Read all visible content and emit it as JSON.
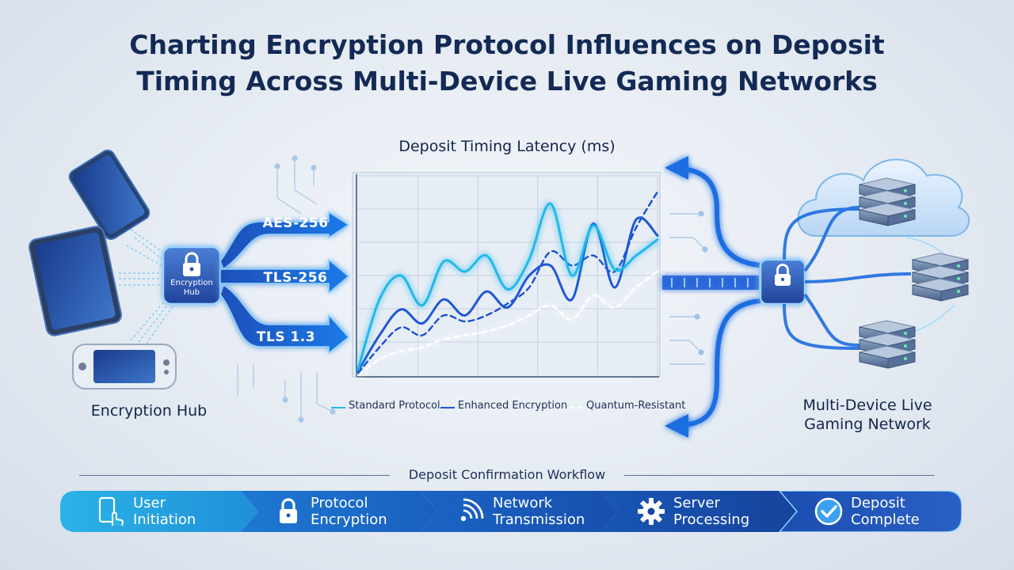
{
  "title": {
    "line1": "Charting Encryption Protocol Influences on Deposit",
    "line2": "Timing Across Multi-Device Live Gaming Networks"
  },
  "left": {
    "hub_label_line1": "Encryption",
    "hub_label_line2": "Hub",
    "caption": "Encryption Hub",
    "protocols": [
      "AES-256",
      "TLS-256",
      "TLS 1.3"
    ]
  },
  "right": {
    "caption_line1": "Multi-Device Live",
    "caption_line2": "Gaming Network"
  },
  "chart_data": {
    "type": "line",
    "title": "Deposit Timing Latency (ms)",
    "xlabel": "",
    "ylabel": "",
    "x": [
      0,
      1,
      2,
      3,
      4,
      5,
      6,
      7,
      8,
      9,
      10,
      11,
      12,
      13,
      14
    ],
    "ylim": [
      0,
      100
    ],
    "grid": true,
    "legend_position": "bottom",
    "series": [
      {
        "name": "Standard Protocol",
        "style": "solid",
        "color": "#22b8ea",
        "values": [
          3,
          38,
          50,
          35,
          57,
          52,
          60,
          43,
          58,
          86,
          50,
          75,
          53,
          60,
          68
        ]
      },
      {
        "name": "Enhanced Encryption",
        "style": "solid",
        "color": "#1d57d6",
        "values": [
          2,
          20,
          33,
          26,
          38,
          30,
          42,
          34,
          50,
          55,
          38,
          76,
          44,
          78,
          70
        ]
      },
      {
        "name": "",
        "style": "dashed",
        "color": "#1d4fd0",
        "values": [
          1,
          14,
          24,
          20,
          30,
          27,
          30,
          36,
          44,
          62,
          55,
          60,
          52,
          74,
          92
        ]
      },
      {
        "name": "Quantum-Resistant",
        "style": "dashed",
        "color": "#ffffff",
        "values": [
          0,
          8,
          12,
          14,
          18,
          20,
          22,
          25,
          30,
          35,
          28,
          40,
          34,
          44,
          52
        ]
      }
    ]
  },
  "workflow": {
    "title": "Deposit Confirmation Workflow",
    "steps": [
      {
        "line1": "User",
        "line2": "Initiation",
        "icon": "touch-phone-icon"
      },
      {
        "line1": "Protocol",
        "line2": "Encryption",
        "icon": "padlock-icon"
      },
      {
        "line1": "Network",
        "line2": "Transmission",
        "icon": "signal-waves-icon"
      },
      {
        "line1": "Server",
        "line2": "Processing",
        "icon": "gear-icon"
      },
      {
        "line1": "Deposit",
        "line2": "Complete",
        "icon": "check-circle-icon"
      }
    ]
  },
  "colors": {
    "navy": "#132a55",
    "cyan": "#22b8ea",
    "blue": "#1d57d6",
    "glow": "#7fd4ff"
  }
}
